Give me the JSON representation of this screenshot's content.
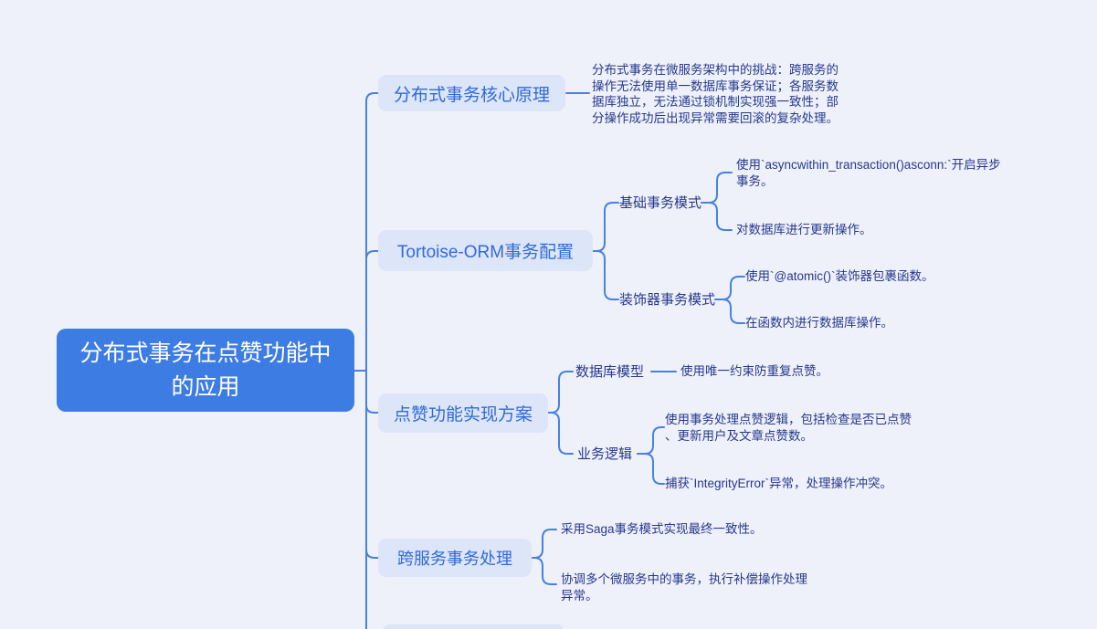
{
  "colors": {
    "canvas_bg": "#eef1fa",
    "root_bg": "#3d7ce2",
    "root_text": "#ffffff",
    "branch_bg": "#dde5f8",
    "branch_text": "#2f6bd8",
    "connector": "#4a80de",
    "note_text": "#27388c"
  },
  "root": {
    "label": "分布式事务在点赞功能中的应用"
  },
  "branches": [
    {
      "label": "分布式事务核心原理",
      "note": "分布式事务在微服务架构中的挑战：跨服务的操作无法使用单一数据库事务保证；各服务数据库独立，无法通过锁机制实现强一致性；部分操作成功后出现异常需要回滚的复杂处理。"
    },
    {
      "label": "Tortoise-ORM事务配置",
      "children": [
        {
          "label": "基础事务模式",
          "notes": [
            "使用`asyncwithin_transaction()asconn:`开启异步事务。",
            "对数据库进行更新操作。"
          ]
        },
        {
          "label": "装饰器事务模式",
          "notes": [
            "使用`@atomic()`装饰器包裹函数。",
            "在函数内进行数据库操作。"
          ]
        }
      ]
    },
    {
      "label": "点赞功能实现方案",
      "children": [
        {
          "label": "数据库模型",
          "notes": [
            "使用唯一约束防重复点赞。"
          ]
        },
        {
          "label": "业务逻辑",
          "notes": [
            "使用事务处理点赞逻辑，包括检查是否已点赞、更新用户及文章点赞数。",
            "捕获`IntegrityError`异常，处理操作冲突。"
          ]
        }
      ]
    },
    {
      "label": "跨服务事务处理",
      "notes": [
        "采用Saga事务模式实现最终一致性。",
        "协调多个微服务中的事务，执行补偿操作处理异常。"
      ]
    },
    {
      "label": ""
    }
  ]
}
